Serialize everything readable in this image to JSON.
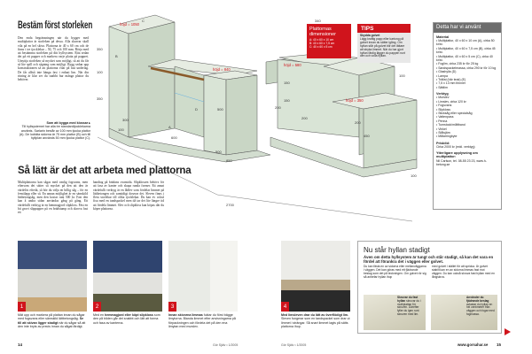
{
  "left": {
    "title": "Bestäm först storleken",
    "intro": "Den enda begränsningen när du bygger med multiplattor är storleken på dessa. Alla skurvar skall vila på en hel skiva. Plattorna är 40 x 60 cm och de finns i tre tjocklekar – 50, 75 och 100 mm. Börja med att bestämma storleken på ditt hyllsystem. Rita sedan det på ett papper och markera varje platta på pappret. Utnyttja storleken så mycket som möjligt, så att du får så lite spill och sågning som möjligt. Bygg sedan upp konstruktionen så att plattorna vilar på fast underlag. De får alltså inte hänga fast i enbart lim. När din ritning är klar ser du snabbt hur många plattor du behöver.",
    "note_title": "Som att bygga med klossar ▸",
    "note": "Till hyllsystemet har alla tre standardtjocklekarna använts. Sarlarin består av 100 mm tjocka plattor (A). De lodräta sidorna är 75 mm plattor (B) och till hyllplan används 50 mm tjocka plattor (C).",
    "title2": "Så lätt är det att arbeta med plattorna",
    "body2a": "Multiplattorna kan sågas med vanlig fogsvans, men eftersom det sätter så mycket på den att den är värdelös efteråt, så bör du välja en billig såg – för en femtilapp eller så. En annan möjlighet är en sämskild lättbetongsåg, men den kostar runt 500 kr. Fast den kan å andra sidan användas gång på gång. Ett värdefullt verktyg är en hemmagjord slipkloss. Fäst en bit grovt slippapper på en brädstump och skrova fast ett",
    "body2b": "handtag på brädans ovansida. Slipklossen behövs för att fasa av kanter och skapa runda former. Ett annat värdefullt verktyg är en lådlev som fördelar limmet på lättbetongen och samtidigt doserar det. Sleven finns i flera storlekar till olika tjocklekar. Du kan ev också fixa med en tandspackel men då tar det lite längre tid att fördela limmet. Slev och slipkloss kan köpas där du köper plattorna.",
    "photos": [
      {
        "num": "1",
        "caption_pre": "Mät upp och markera på plattan innan du sågar med fogsvans eller sämskild lättbetongsåg. ",
        "caption_bold": "Se till att skivan ligger stadigt",
        "caption_post": " när du sågar så att den inte bryts av precis innan du sågat färdigt."
      },
      {
        "num": "2",
        "caption_pre": "Med en ",
        "caption_bold": "hemmagjord eller köpt slipkloss",
        "caption_post": " som den på bilden går det snabbt och lätt att forma och fasa av kanterna."
      },
      {
        "num": "3",
        "caption_pre": "",
        "caption_bold": "Innan skivorna limmas",
        "caption_post": " fuktar du först bägge limytorna. Blanda limmet efter anvisningarna på förpackningen och fördela det på den ena limytan med murslev."
      }
    ],
    "page_num": "14",
    "footer": "Gör Själv • 1/2005"
  },
  "diagram": {
    "height_labels": [
      "höjd = 1050",
      "höjd = 840",
      "höjd = 580",
      "höjd = 350"
    ],
    "dims": [
      "350",
      "100",
      "350",
      "300",
      "100",
      "600",
      "500",
      "850",
      "500",
      "200",
      "450",
      "2700",
      "150",
      "150",
      "200",
      "200",
      "100",
      "100",
      "340"
    ],
    "parts": [
      "A",
      "B",
      "C",
      "D"
    ]
  },
  "dims_box": {
    "title": "Plattornas dimensioner",
    "items": [
      "A: 40 x 60 x 10 cm",
      "B: 40 x 60 x 7,5 cm",
      "C: 40 x 60 x 5 cm"
    ]
  },
  "tips": {
    "title": "TIPS",
    "subtitle": "Skydda golvet",
    "text": "Lägg kraftig papp eller kartong på golvet innan du sätter igång. Om hyllan står på golvet blir det lättare att stryka limmet. När du har gjort hyllan färdig lägger du pappen runt den och voila hyllan."
  },
  "materials": {
    "title": "Detta har vi använt",
    "mat_head": "Material",
    "mat": [
      "Multiplattor, 40 x 60 x 10 cm (A), cirka 50 kr/st.",
      "Multiplattor, 40 x 60 x 7,5 cm (B), cirka 45 kr/st.",
      "Multiplattor, 40 x 60 x 5 cm (C), cirka 40 kr/st.",
      "Foglim, cirka 235 kr för 25 kg",
      "Sandspackelmassa, cirka 290 kr för 10 kg",
      "Glashylla (D)",
      "Lampa",
      "Trälist (här teak) (E)",
      "7,5 x 13 mm thinner",
      "Sättlim"
    ],
    "tools_head": "Verktyg",
    "tools": [
      "Murslev",
      "Limslev, cirka 120 kr",
      "Fogsvans",
      "Slipkloss",
      "Sticksåg eller specialsåg",
      "Vattenpass",
      "Penna",
      "Tumstock/måttband",
      "Vinkel",
      "Stålsjärn",
      "Målarringbyte"
    ],
    "price_head": "Prisbild:",
    "price": "Cirka 2000 kr (exkl. verktyg)",
    "info_head": "Ytterligare upplysning om multiplattor:",
    "info": "Nil Carlson, tel. 08-55 23 23, www.h-betong.se"
  },
  "right": {
    "photo4": {
      "num": "4",
      "caption_bold": "Med limsleven drar du lätt av överflödigt lim.",
      "caption_post": " Sleven fungerar som en tandspackel som drar ut limmet i strängar. Så snart limmet lagts på sätts plattorna ihop."
    },
    "stable": {
      "title": "Nu står hyllan stadigt",
      "lead": "Även om detta hyllsystem är tungt och står stadigt, så kan det vara en fördel att förankra det i väggen eller golvet.",
      "col1": "Du kan fästa en av sidorna eller mellanväggarna i väggen. Det kan göras med ett fjädrande beslag som det på teckningen. Om golvet rör sig så anbefar hyllan ihop",
      "col2": "med golvet i stället för att spricka. Är golvet stabilt kan en av sidorna limmas fast mot väggen. Du kan också skruva fast hyllan med en långskruv.",
      "fig1_bold": "Skruvar du fast hyllan",
      "fig1": " skruvar du i multiplattan för skruven. Därefter fyller du igen runt skruven med lim.",
      "fig2_bold": "Använder du fjädrande beslag",
      "fig2": " avlastar du hyllan en hel centimeter från väggen och fogar med fogmassa."
    },
    "footer_left": "Gör Själv • 1/2005",
    "url": "www.gorsahar.se",
    "page_num": "15"
  },
  "colors": {
    "accent": "#d0141c",
    "panel": "#6d6d6d",
    "tipsbg": "#e8e8e8"
  }
}
